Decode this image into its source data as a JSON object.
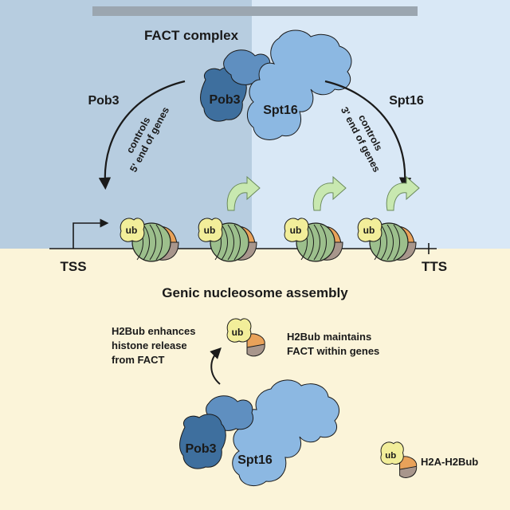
{
  "title": "FACT complex",
  "section_title": "Genic nucleosome assembly",
  "left_subunit": "Pob3",
  "right_subunit": "Spt16",
  "left_arrow_text": [
    "controls",
    "5' end of genes"
  ],
  "right_arrow_text": [
    "controls",
    "3' end of genes"
  ],
  "complex_labels": {
    "pob3": "Pob3",
    "spt16": "Spt16"
  },
  "bottom_complex_labels": {
    "pob3": "Pob3",
    "spt16": "Spt16"
  },
  "gene": {
    "tss": "TSS",
    "tts": "TTS"
  },
  "ub_label": "ub",
  "notes": {
    "left": [
      "H2Bub enhances",
      "histone release",
      "from FACT"
    ],
    "right": [
      "H2Bub maintains",
      "FACT within genes"
    ]
  },
  "legend": {
    "label": "H2A-H2Bub"
  },
  "colors": {
    "bg_left": "#b7cde0",
    "bg_right": "#d9e8f6",
    "bg_bottom": "#fbf4d9",
    "pob3": "#3e6f9e",
    "pob3_mid": "#5f8fc0",
    "spt16": "#8cb8e2",
    "nucleosome": "#9cbf8c",
    "ub": "#f2ee9a",
    "h2a": "#e9a25a",
    "h2b": "#a8968c",
    "arrow_green": "#c8e8b0"
  }
}
